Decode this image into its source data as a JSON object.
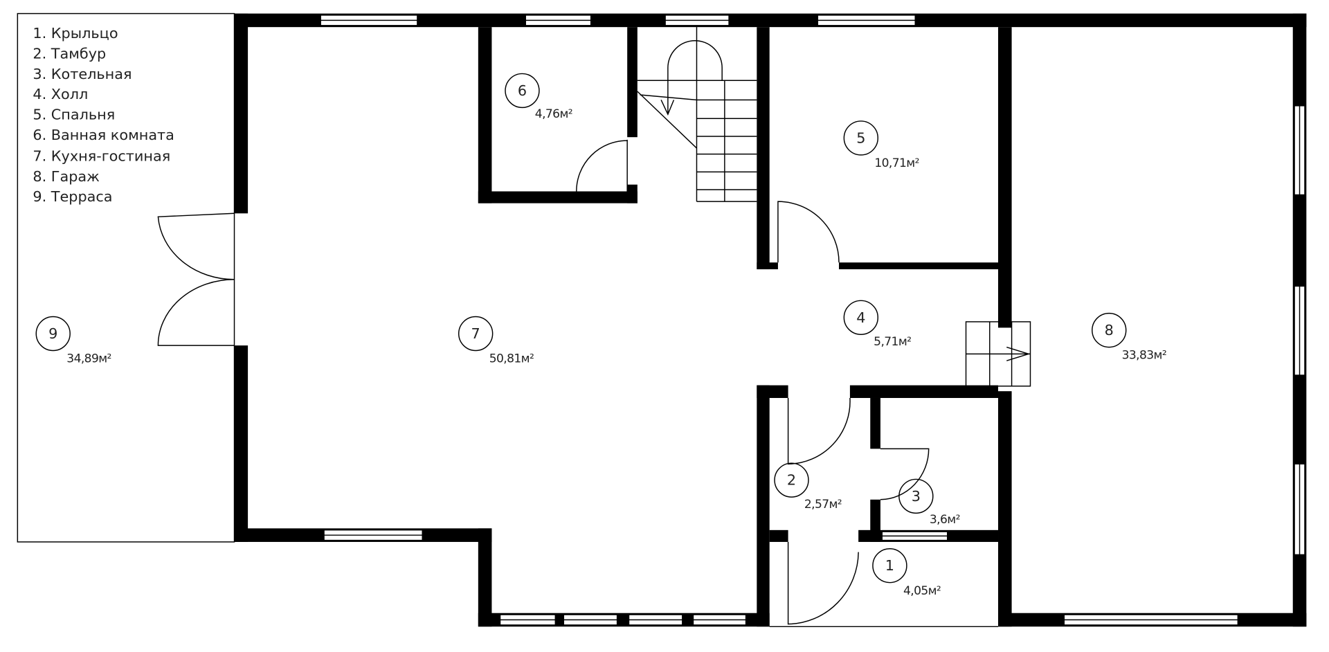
{
  "legend": [
    "1. Крыльцо",
    "2. Тамбур",
    "3. Котельная",
    "4. Холл",
    "5. Спальня",
    "6. Ванная комната",
    "7. Кухня-гостиная",
    "8. Гараж",
    "9. Терраса"
  ],
  "rooms": {
    "r1": {
      "num": "1",
      "area": "4,05м²"
    },
    "r2": {
      "num": "2",
      "area": "2,57м²"
    },
    "r3": {
      "num": "3",
      "area": "3,6м²"
    },
    "r4": {
      "num": "4",
      "area": "5,71м²"
    },
    "r5": {
      "num": "5",
      "area": "10,71м²"
    },
    "r6": {
      "num": "6",
      "area": "4,76м²"
    },
    "r7": {
      "num": "7",
      "area": "50,81м²"
    },
    "r8": {
      "num": "8",
      "area": "33,83м²"
    },
    "r9": {
      "num": "9",
      "area": "34,89м²"
    }
  },
  "colors": {
    "wall": "#000000",
    "background": "#ffffff"
  }
}
